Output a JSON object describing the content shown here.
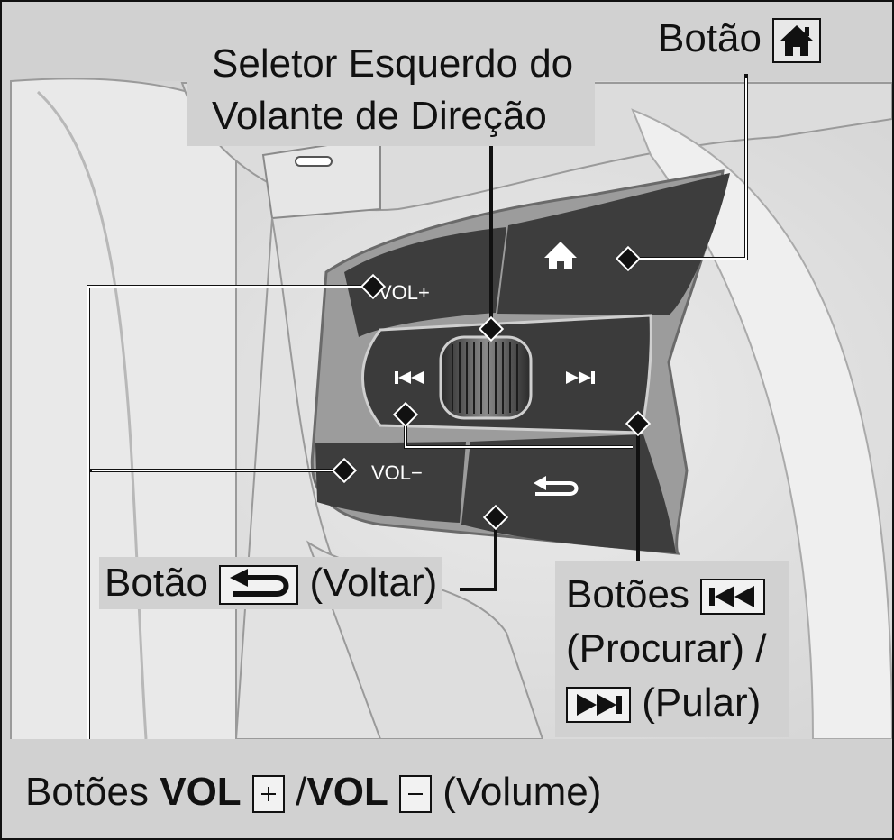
{
  "labels": {
    "home_button": {
      "text": "Botão"
    },
    "left_selector": {
      "line1": "Seletor Esquerdo do",
      "line2": "Volante de Direção"
    },
    "back_button": {
      "text": "Botão",
      "suffix": "(Voltar)"
    },
    "skip_buttons": {
      "line1": "Botões",
      "line2": "(Procurar) /",
      "line3": "(Pular)"
    },
    "volume_buttons": {
      "prefix": "Botões",
      "vol1": "VOL",
      "sep": "/",
      "vol2": "VOL",
      "suffix": "(Volume)"
    }
  },
  "panel": {
    "vol_plus": "VOL+",
    "vol_minus": "VOL−"
  },
  "icons": {
    "home": "home-icon",
    "back": "back-arrow-icon",
    "seek": "seek-back-icon",
    "skip": "skip-forward-icon",
    "plus": "plus-icon",
    "minus": "minus-icon"
  },
  "colors": {
    "panel": "#3d3d3d",
    "background": "#d1d1d1",
    "line": "#111111"
  }
}
